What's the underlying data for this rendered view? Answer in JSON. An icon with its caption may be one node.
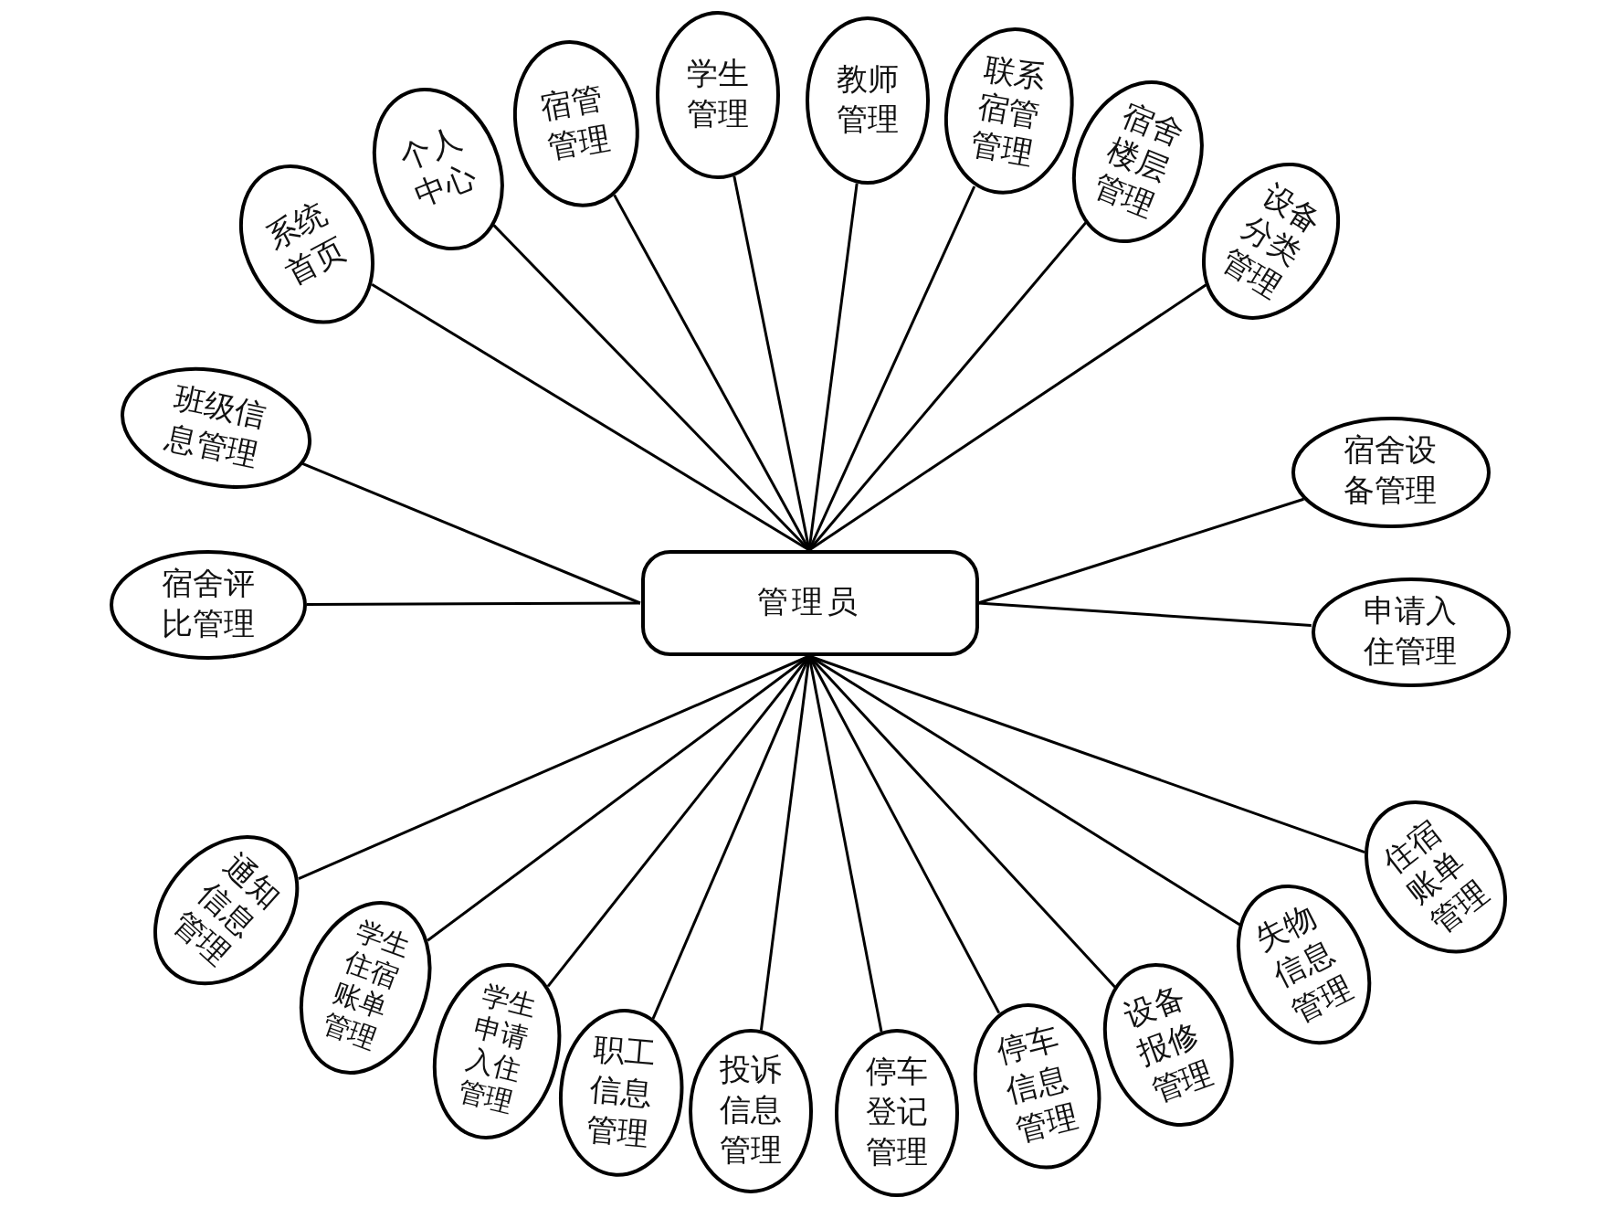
{
  "diagram": {
    "nodes": [
      {
        "text": [
          "系统首页"
        ]
      },
      {
        "text": [
          "个人中心"
        ]
      },
      {
        "text": [
          "宿管管理"
        ]
      },
      {
        "text": [
          "学生管理"
        ]
      },
      {
        "text": [
          "教师管理"
        ]
      },
      {
        "text": [
          "联系宿管管理"
        ]
      },
      {
        "text": [
          "宿舍楼层管理"
        ]
      },
      {
        "text": [
          "设备分类管理"
        ]
      },
      {
        "text": [
          "班级信息管理"
        ]
      },
      {
        "text": [
          "宿舍评比管理"
        ]
      },
      {
        "text": [
          "管理员"
        ]
      },
      {
        "text": [
          "宿舍设备管理"
        ]
      },
      {
        "text": [
          "申请入住管理"
        ]
      },
      {
        "text": [
          "通知信息管理"
        ]
      },
      {
        "text": [
          "学生住宿账单管理"
        ]
      },
      {
        "text": [
          "学生申请入住管理"
        ]
      },
      {
        "text": [
          "职工信息管理"
        ]
      },
      {
        "text": [
          "投诉信息管理"
        ]
      },
      {
        "text": [
          "停车登记管理"
        ]
      },
      {
        "text": [
          "停车信息管理"
        ]
      },
      {
        "text": [
          "设备报修管理"
        ]
      },
      {
        "text": [
          "失物信息管理"
        ]
      },
      {
        "text": [
          "住宿账单管理"
        ]
      }
    ],
    "edges": [
      {
        "from": 10,
        "to": 0,
        "arrow": "none"
      },
      {
        "from": 10,
        "to": 1,
        "arrow": "none"
      },
      {
        "from": 10,
        "to": 2,
        "arrow": "none"
      },
      {
        "from": 10,
        "to": 3,
        "arrow": "none"
      },
      {
        "from": 10,
        "to": 4,
        "arrow": "none"
      },
      {
        "from": 10,
        "to": 5,
        "arrow": "none"
      },
      {
        "from": 10,
        "to": 6,
        "arrow": "none"
      },
      {
        "from": 10,
        "to": 7,
        "arrow": "none"
      },
      {
        "from": 10,
        "to": 8,
        "arrow": "none"
      },
      {
        "from": 10,
        "to": 9,
        "arrow": "none"
      },
      {
        "from": 10,
        "to": 11,
        "arrow": "none"
      },
      {
        "from": 10,
        "to": 12,
        "arrow": "none"
      },
      {
        "from": 10,
        "to": 13,
        "arrow": "none"
      },
      {
        "from": 10,
        "to": 14,
        "arrow": "none"
      },
      {
        "from": 10,
        "to": 15,
        "arrow": "none"
      },
      {
        "from": 10,
        "to": 16,
        "arrow": "none"
      },
      {
        "from": 10,
        "to": 17,
        "arrow": "none"
      },
      {
        "from": 10,
        "to": 18,
        "arrow": "none"
      },
      {
        "from": 10,
        "to": 19,
        "arrow": "none"
      },
      {
        "from": 10,
        "to": 20,
        "arrow": "none"
      },
      {
        "from": 10,
        "to": 21,
        "arrow": "none"
      },
      {
        "from": 10,
        "to": 22,
        "arrow": "none"
      }
    ]
  }
}
